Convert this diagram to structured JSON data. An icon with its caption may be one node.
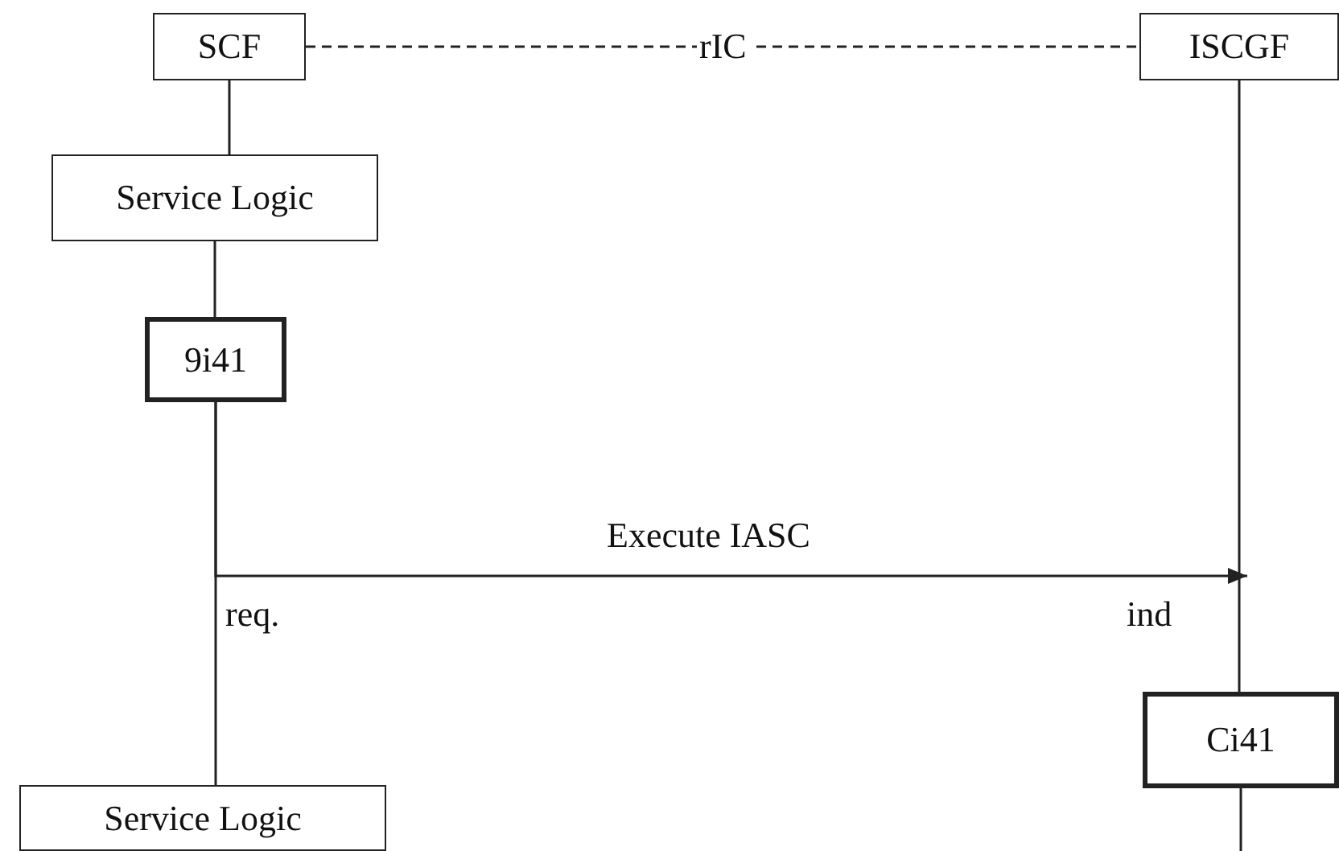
{
  "diagram": {
    "nodes": [
      {
        "text": [
          "SCF"
        ]
      },
      {
        "text": [
          "Service Logic"
        ]
      },
      {
        "text": [
          "9i41"
        ]
      },
      {
        "text": [
          "Service Logic"
        ]
      },
      {
        "text": [
          "ISCGF"
        ]
      },
      {
        "text": [
          "Ci41"
        ]
      }
    ],
    "edges": [
      {
        "from": 0,
        "to": 4,
        "arrow": "none",
        "label": "rIC",
        "style": "dashed"
      },
      {
        "from": 0,
        "to": 1,
        "arrow": "none"
      },
      {
        "from": 1,
        "to": 2,
        "arrow": "none"
      },
      {
        "from": 2,
        "to": 3,
        "arrow": "none"
      },
      {
        "from": 2,
        "to": null,
        "arrow": "to",
        "label": "Execute IASC"
      },
      {
        "from": 4,
        "to": 5,
        "arrow": "none"
      },
      {
        "from": 5,
        "to": null,
        "arrow": "none"
      }
    ],
    "labels": [
      "req.",
      "ind"
    ]
  }
}
